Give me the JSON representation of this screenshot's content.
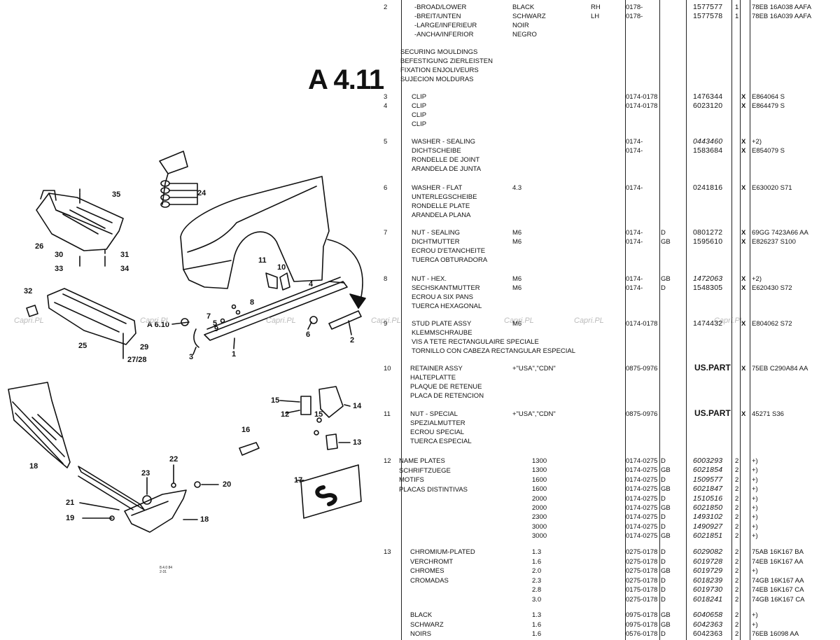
{
  "page_title": "A 4.11",
  "watermark": "Capri.PL",
  "drawing_code": [
    "8.4.0 84",
    "2-31"
  ],
  "callouts": [
    "1",
    "2",
    "3",
    "4",
    "5",
    "6",
    "7",
    "8",
    "9",
    "10",
    "11",
    "12",
    "13",
    "14",
    "15",
    "15",
    "16",
    "17",
    "18",
    "18",
    "19",
    "20",
    "21",
    "22",
    "23",
    "24",
    "25",
    "26",
    "27/28",
    "29",
    "30",
    "31",
    "32",
    "33",
    "34",
    "35",
    "A 6.10"
  ],
  "rows": [
    {
      "ref": "2",
      "desc": [
        "-BROAD/LOWER",
        "-BREIT/UNTEN",
        "-LARGE/INFERIEUR",
        "-ANCHA/INFERIOR"
      ],
      "spec": [
        "BLACK",
        "SCHWARZ",
        "NOIR",
        "NEGRO"
      ],
      "side": [
        "RH",
        "LH"
      ],
      "dates": [
        "0178-",
        "0178-"
      ],
      "cc": [],
      "pn": [
        "1577577",
        "1577578"
      ],
      "pn_italic": [
        false,
        false
      ],
      "qty": [
        "1",
        "1"
      ],
      "x": [],
      "code": [
        "78EB 16A038 AAFA",
        "78EB 16A039 AAFA"
      ]
    },
    {
      "ref": "",
      "desc": [
        "SECURING MOULDINGS",
        "BEFESTIGUNG ZIERLEISTEN",
        "FIXATION ENJOLIVEURS",
        "SUJECION MOLDURAS"
      ],
      "spec": [],
      "side": [],
      "dates": [],
      "cc": [],
      "pn": [],
      "pn_italic": [],
      "qty": [],
      "x": [],
      "code": []
    },
    {
      "ref": "3",
      "ref2": "4",
      "desc": [
        "CLIP",
        "CLIP",
        "CLIP",
        "CLIP"
      ],
      "spec": [],
      "side": [],
      "dates": [
        "0174-0178",
        "0174-0178"
      ],
      "cc": [],
      "pn": [
        "1476344",
        "6023120"
      ],
      "pn_italic": [
        false,
        false
      ],
      "qty": [],
      "x": [
        "X",
        "X"
      ],
      "code": [
        "E864064 S",
        "E864479 S"
      ]
    },
    {
      "ref": "5",
      "desc": [
        "WASHER - SEALING",
        "DICHTSCHEIBE",
        "RONDELLE DE JOINT",
        "ARANDELA DE JUNTA"
      ],
      "spec": [],
      "side": [],
      "dates": [
        "0174-",
        "0174-"
      ],
      "cc": [],
      "pn": [
        "0443460",
        "1583684"
      ],
      "pn_italic": [
        true,
        false
      ],
      "qty": [],
      "x": [
        "X",
        "X"
      ],
      "code": [
        "+2)",
        "E854079 S"
      ]
    },
    {
      "ref": "6",
      "desc": [
        "WASHER - FLAT",
        "UNTERLEGSCHEIBE",
        "RONDELLE PLATE",
        "ARANDELA PLANA"
      ],
      "spec": [
        "4.3"
      ],
      "side": [],
      "dates": [
        "0174-"
      ],
      "cc": [],
      "pn": [
        "0241816"
      ],
      "pn_italic": [
        false
      ],
      "qty": [],
      "x": [
        "X"
      ],
      "code": [
        "E630020 S71"
      ]
    },
    {
      "ref": "7",
      "desc": [
        "NUT - SEALING",
        "DICHTMUTTER",
        "ECROU D'ETANCHEITE",
        "TUERCA OBTURADORA"
      ],
      "spec": [
        "M6",
        "M6"
      ],
      "side": [],
      "dates": [
        "0174-",
        "0174-"
      ],
      "cc": [
        "D",
        "GB"
      ],
      "pn": [
        "0801272",
        "1595610"
      ],
      "pn_italic": [
        false,
        false
      ],
      "qty": [],
      "x": [
        "X",
        "X"
      ],
      "code": [
        "69GG 7423A66 AA",
        "E826237 S100"
      ]
    },
    {
      "ref": "8",
      "desc": [
        "NUT - HEX.",
        "SECHSKANTMUTTER",
        "ECROU A SIX PANS",
        "TUERCA HEXAGONAL"
      ],
      "spec": [
        "M6",
        "M6"
      ],
      "side": [],
      "dates": [
        "0174-",
        "0174-"
      ],
      "cc": [
        "GB",
        "D"
      ],
      "pn": [
        "1472063",
        "1548305"
      ],
      "pn_italic": [
        true,
        false
      ],
      "qty": [],
      "x": [
        "X",
        "X"
      ],
      "code": [
        "+2)",
        "E620430 S72"
      ]
    },
    {
      "ref": "9",
      "desc": [
        "STUD PLATE ASSY",
        "KLEMMSCHRAUBE",
        "VIS A TETE RECTANGULAIRE SPECIALE",
        "TORNILLO CON CABEZA RECTANGULAR ESPECIAL"
      ],
      "spec": [
        "M6"
      ],
      "side": [],
      "dates": [
        "0174-0178"
      ],
      "cc": [],
      "pn": [
        "1474432"
      ],
      "pn_italic": [
        false
      ],
      "qty": [],
      "x": [
        "X"
      ],
      "code": [
        "E804062 S72"
      ]
    },
    {
      "ref": "10",
      "desc": [
        "RETAINER ASSY",
        "HALTEPLATTE",
        "PLAQUE DE RETENUE",
        "PLACA DE RETENCION"
      ],
      "spec": [
        "+\"USA\",\"CDN\""
      ],
      "side": [],
      "dates": [
        "0875-0976"
      ],
      "cc": [],
      "pn": [
        "US.PART"
      ],
      "pn_italic": [
        false
      ],
      "qty": [],
      "x": [
        "X"
      ],
      "code": [
        "75EB C290A84 AA"
      ]
    },
    {
      "ref": "11",
      "desc": [
        "NUT - SPECIAL",
        "SPEZIALMUTTER",
        "ECROU SPECIAL",
        "TUERCA ESPECIAL"
      ],
      "spec": [
        "+\"USA\",\"CDN\""
      ],
      "side": [],
      "dates": [
        "0875-0976"
      ],
      "cc": [],
      "pn": [
        "US.PART"
      ],
      "pn_italic": [
        false
      ],
      "qty": [],
      "x": [
        "X"
      ],
      "code": [
        "45271 S36"
      ]
    }
  ],
  "nameplates": {
    "ref": "12",
    "desc": [
      "NAME PLATES",
      "SCHRIFTZUEGE",
      "MOTIFS",
      "PLACAS DISTINTIVAS"
    ],
    "lines": [
      {
        "spec": "1300",
        "dates": "0174-0275",
        "cc": "D",
        "pn": "6003293",
        "qty": "2",
        "code": "+)"
      },
      {
        "spec": "1300",
        "dates": "0174-0275",
        "cc": "GB",
        "pn": "6021854",
        "qty": "2",
        "code": "+)"
      },
      {
        "spec": "1600",
        "dates": "0174-0275",
        "cc": "D",
        "pn": "1509577",
        "qty": "2",
        "code": "+)"
      },
      {
        "spec": "1600",
        "dates": "0174-0275",
        "cc": "GB",
        "pn": "6021847",
        "qty": "2",
        "code": "+)"
      },
      {
        "spec": "2000",
        "dates": "0174-0275",
        "cc": "D",
        "pn": "1510516",
        "qty": "2",
        "code": "+)"
      },
      {
        "spec": "2000",
        "dates": "0174-0275",
        "cc": "GB",
        "pn": "6021850",
        "qty": "2",
        "code": "+)"
      },
      {
        "spec": "2300",
        "dates": "0174-0275",
        "cc": "D",
        "pn": "1493102",
        "qty": "2",
        "code": "+)"
      },
      {
        "spec": "3000",
        "dates": "0174-0275",
        "cc": "D",
        "pn": "1490927",
        "qty": "2",
        "code": "+)"
      },
      {
        "spec": "3000",
        "dates": "0174-0275",
        "cc": "GB",
        "pn": "6021851",
        "qty": "2",
        "code": "+)"
      }
    ]
  },
  "chromium": {
    "ref": "13",
    "desc": [
      "CHROMIUM-PLATED",
      "VERCHROMT",
      "CHROMES",
      "CROMADAS"
    ],
    "lines": [
      {
        "spec": "1.3",
        "dates": "0275-0178",
        "cc": "D",
        "pn": "6029082",
        "qty": "2",
        "code": "75AB 16K167 BA"
      },
      {
        "spec": "1.6",
        "dates": "0275-0178",
        "cc": "D",
        "pn": "6019728",
        "qty": "2",
        "code": "74EB 16K167 AA"
      },
      {
        "spec": "2.0",
        "dates": "0275-0178",
        "cc": "GB",
        "pn": "6019729",
        "qty": "2",
        "code": "+)"
      },
      {
        "spec": "2.3",
        "dates": "0275-0178",
        "cc": "D",
        "pn": "6018239",
        "qty": "2",
        "code": "74GB 16K167 AA"
      },
      {
        "spec": "2.8",
        "dates": "0175-0178",
        "cc": "D",
        "pn": "6019730",
        "qty": "2",
        "code": "74EB 16K167 CA"
      },
      {
        "spec": "3.0",
        "dates": "0275-0178",
        "cc": "D",
        "pn": "6018241",
        "qty": "2",
        "code": "74GB 16K167 CA"
      }
    ]
  },
  "black": {
    "desc": [
      "BLACK",
      "SCHWARZ",
      "NOIRS"
    ],
    "lines": [
      {
        "spec": "1.3",
        "dates": "0975-0178",
        "cc": "GB",
        "pn": "6040658",
        "qty": "2",
        "code": "+)"
      },
      {
        "spec": "1.6",
        "dates": "0975-0178",
        "cc": "GB",
        "pn": "6042363",
        "qty": "2",
        "code": "+)"
      },
      {
        "spec": "1.6",
        "dates": "0576-0178",
        "cc": "D",
        "pn": "6042363",
        "qty": "2",
        "code": "76EB 16098 AA"
      }
    ]
  }
}
